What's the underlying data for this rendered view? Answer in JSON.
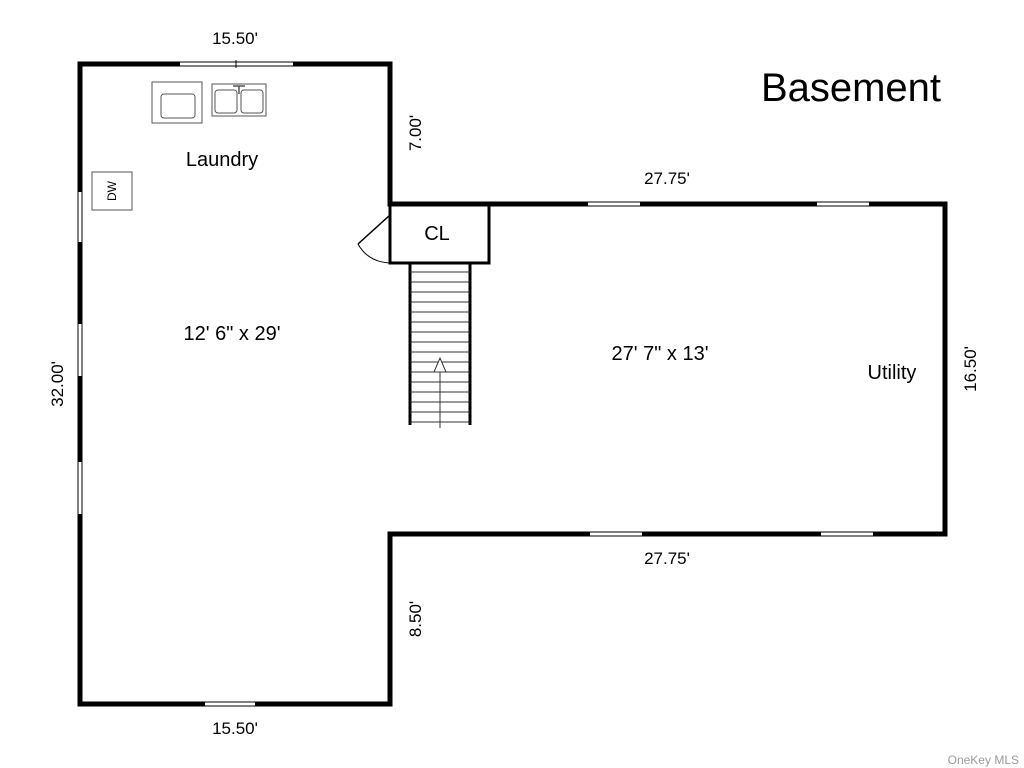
{
  "title": "Basement",
  "rooms": {
    "laundry": "Laundry",
    "laundry_size": "12' 6\" x 29'",
    "closet": "CL",
    "utility": "Utility",
    "utility_size": "27' 7\" x 13'"
  },
  "fixtures": {
    "dw": "DW"
  },
  "dimensions": {
    "top_left": "15.50'",
    "bottom_left": "15.50'",
    "left": "32.00'",
    "notch_top": "7.00'",
    "notch_bottom": "8.50'",
    "top_right": "27.75'",
    "bottom_right": "27.75'",
    "right": "16.50'"
  },
  "watermark": "OneKey MLS"
}
